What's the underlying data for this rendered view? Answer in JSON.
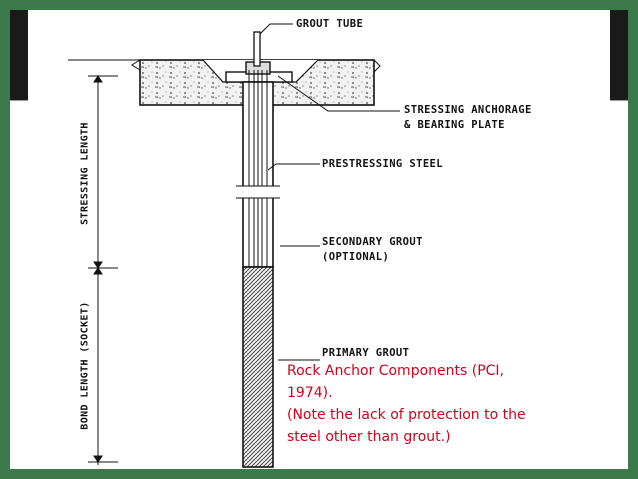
{
  "diagram": {
    "labels": {
      "grout_tube": "GROUT TUBE",
      "stressing_anchorage_1": "STRESSING ANCHORAGE",
      "stressing_anchorage_2": "& BEARING PLATE",
      "prestressing_steel": "PRESTRESSING STEEL",
      "secondary_grout_1": "SECONDARY GROUT",
      "secondary_grout_2": "(OPTIONAL)",
      "primary_grout": "PRIMARY GROUT",
      "stressing_length": "STRESSING LENGTH",
      "bond_length": "BOND LENGTH (SOCKET)"
    }
  },
  "caption": {
    "line1": "Rock Anchor Components (PCI,",
    "line2": "1974).",
    "line3": "(Note the lack of protection to the",
    "line4": "steel other than grout.)"
  },
  "colors": {
    "frame": "#3c7a4b",
    "band": "#1a1a1a",
    "caption": "#d0021b"
  }
}
